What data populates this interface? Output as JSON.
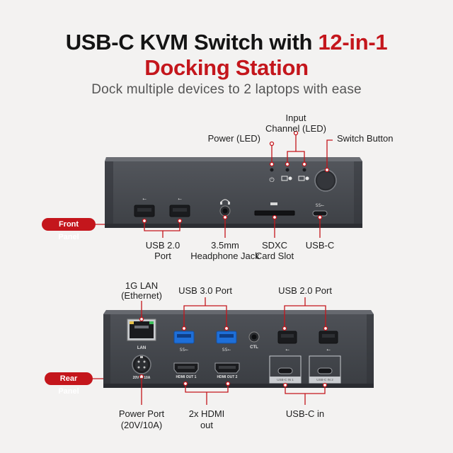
{
  "header": {
    "title_main": "USB-C KVM Switch with ",
    "title_highlight": "12-in-1",
    "title_line2": "Docking Station",
    "subtitle": "Dock multiple devices to 2 laptops with ease"
  },
  "front_panel": {
    "tag": "Front Panel",
    "labels": {
      "power_led": "Power (LED)",
      "input_line1": "Input",
      "input_line2": "Channel (LED)",
      "switch_button": "Switch Button",
      "usb20_line1": "USB 2.0",
      "usb20_line2": "Port",
      "headphone_line1": "3.5mm",
      "headphone_line2": "Headphone Jack",
      "sdxc_line1": "SDXC",
      "sdxc_line2": "Card Slot",
      "usbc": "USB-C"
    }
  },
  "rear_panel": {
    "tag": "Rear Panel",
    "labels": {
      "lan_line1": "1G LAN",
      "lan_line2": "(Ethernet)",
      "usb30": "USB 3.0 Port",
      "usb20": "USB 2.0 Port",
      "power_line1": "Power Port",
      "power_line2": "(20V/10A)",
      "hdmi_line1": "2x HDMI",
      "hdmi_line2": "out",
      "usbc_in": "USB-C in"
    },
    "device_text": {
      "lan": "LAN",
      "power": "20V ⎓ 10A",
      "hdmi1": "HDMI OUT 1",
      "hdmi2": "HDMI OUT 2",
      "ctl": "CTL",
      "usbc1": "USB-C IN 1",
      "usbc2": "USB-C IN 2"
    }
  },
  "colors": {
    "accent": "#c4161c",
    "device": "#4a4d54",
    "usb3_blue": "#1e6fd9"
  }
}
